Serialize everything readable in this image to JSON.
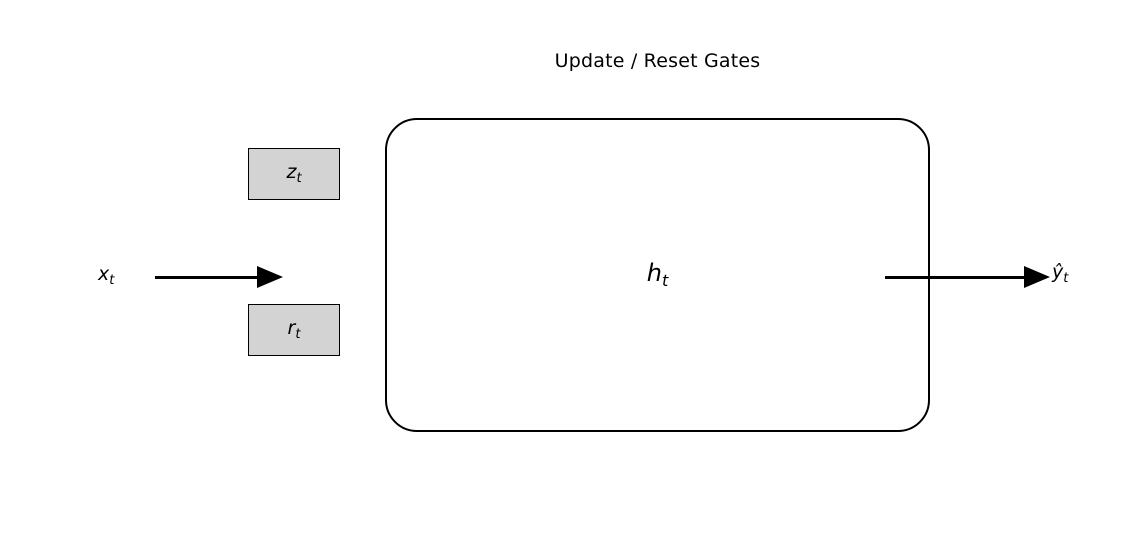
{
  "title": "Update / Reset Gates",
  "nodes": {
    "input": {
      "base": "x",
      "sub": "t"
    },
    "update_gate": {
      "base": "z",
      "sub": "t"
    },
    "reset_gate": {
      "base": "r",
      "sub": "t"
    },
    "hidden_state": {
      "base": "h",
      "sub": "t"
    },
    "output": {
      "base": "ŷ",
      "sub": "t"
    }
  },
  "colors": {
    "gate_fill": "#d3d3d3",
    "line": "#000000",
    "background": "#ffffff"
  }
}
